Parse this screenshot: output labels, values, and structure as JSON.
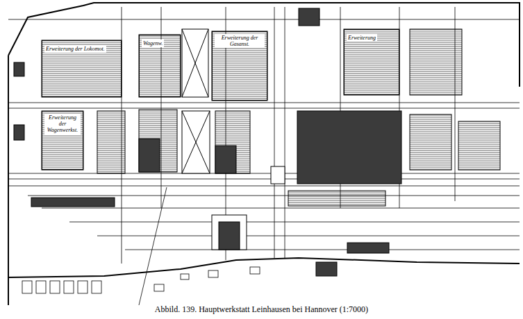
{
  "diagram": {
    "caption": "Abbild. 139. Hauptwerkstatt Leinhausen bei Hannover (1:7000)",
    "nodes": [
      {
        "text": [
          "Erweiterung der Lokomot."
        ]
      },
      {
        "text": [
          "Wagenw."
        ]
      },
      {
        "text": [
          "Erweiterung der Gasanst."
        ]
      },
      {
        "text": [
          "Erweiterung"
        ]
      },
      {
        "text": [
          "Erweiterung der Wagenwerkst."
        ]
      }
    ]
  }
}
